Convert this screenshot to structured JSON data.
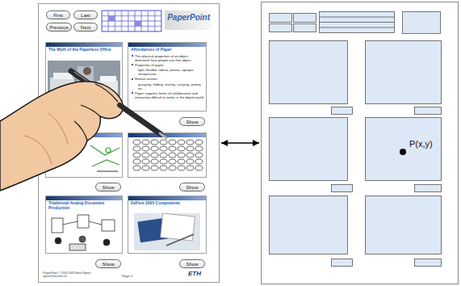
{
  "diagram": {
    "nodes": [
      {
        "text": [
          "PaperPoint © 2004-2005 Beat Signer, signer@inf.ethz.ch",
          "Page 2",
          "ETH"
        ]
      },
      {
        "text": [
          "First"
        ],
        "in": 0
      },
      {
        "text": [
          "Last"
        ],
        "in": 0
      },
      {
        "text": [
          "Previous"
        ],
        "in": 0
      },
      {
        "text": [
          "Next"
        ],
        "in": 0
      },
      {
        "text": [
          "PaperPoint"
        ],
        "in": 0
      },
      {
        "text": [
          "The Myth of the Paperless Office"
        ],
        "in": 0
      },
      {
        "text": [
          "Affordances of Paper",
          "The physical properties of an object determine how people use that object",
          "Properties of paper",
          "light, flexible, robust, porous, opaque, inexpensive, ...",
          "Human actions",
          "grasping, folding, tearing, carrying, writing on, ...",
          "Paper supports forms of collaboration and interaction difficult to mimic in the digital world"
        ],
        "in": 0
      },
      {
        "text": [
          "Show"
        ],
        "in": 0
      },
      {
        "text": [
          "Show"
        ],
        "in": 0
      },
      {
        "text": [
          "Show"
        ],
        "in": 0
      },
      {
        "text": [
          "Traditional Analog Document Production"
        ],
        "in": 0
      },
      {
        "text": [
          "EdFest 2005 Components"
        ],
        "in": 0
      },
      {
        "text": [
          "Show"
        ],
        "in": 0
      },
      {
        "text": [
          "Show"
        ],
        "in": 0
      },
      {
        "text": []
      },
      {
        "text": [
          "P(x,y)"
        ],
        "in": 15
      }
    ],
    "edges": [
      {
        "from": 0,
        "to": 15,
        "arrow": "both"
      }
    ]
  }
}
